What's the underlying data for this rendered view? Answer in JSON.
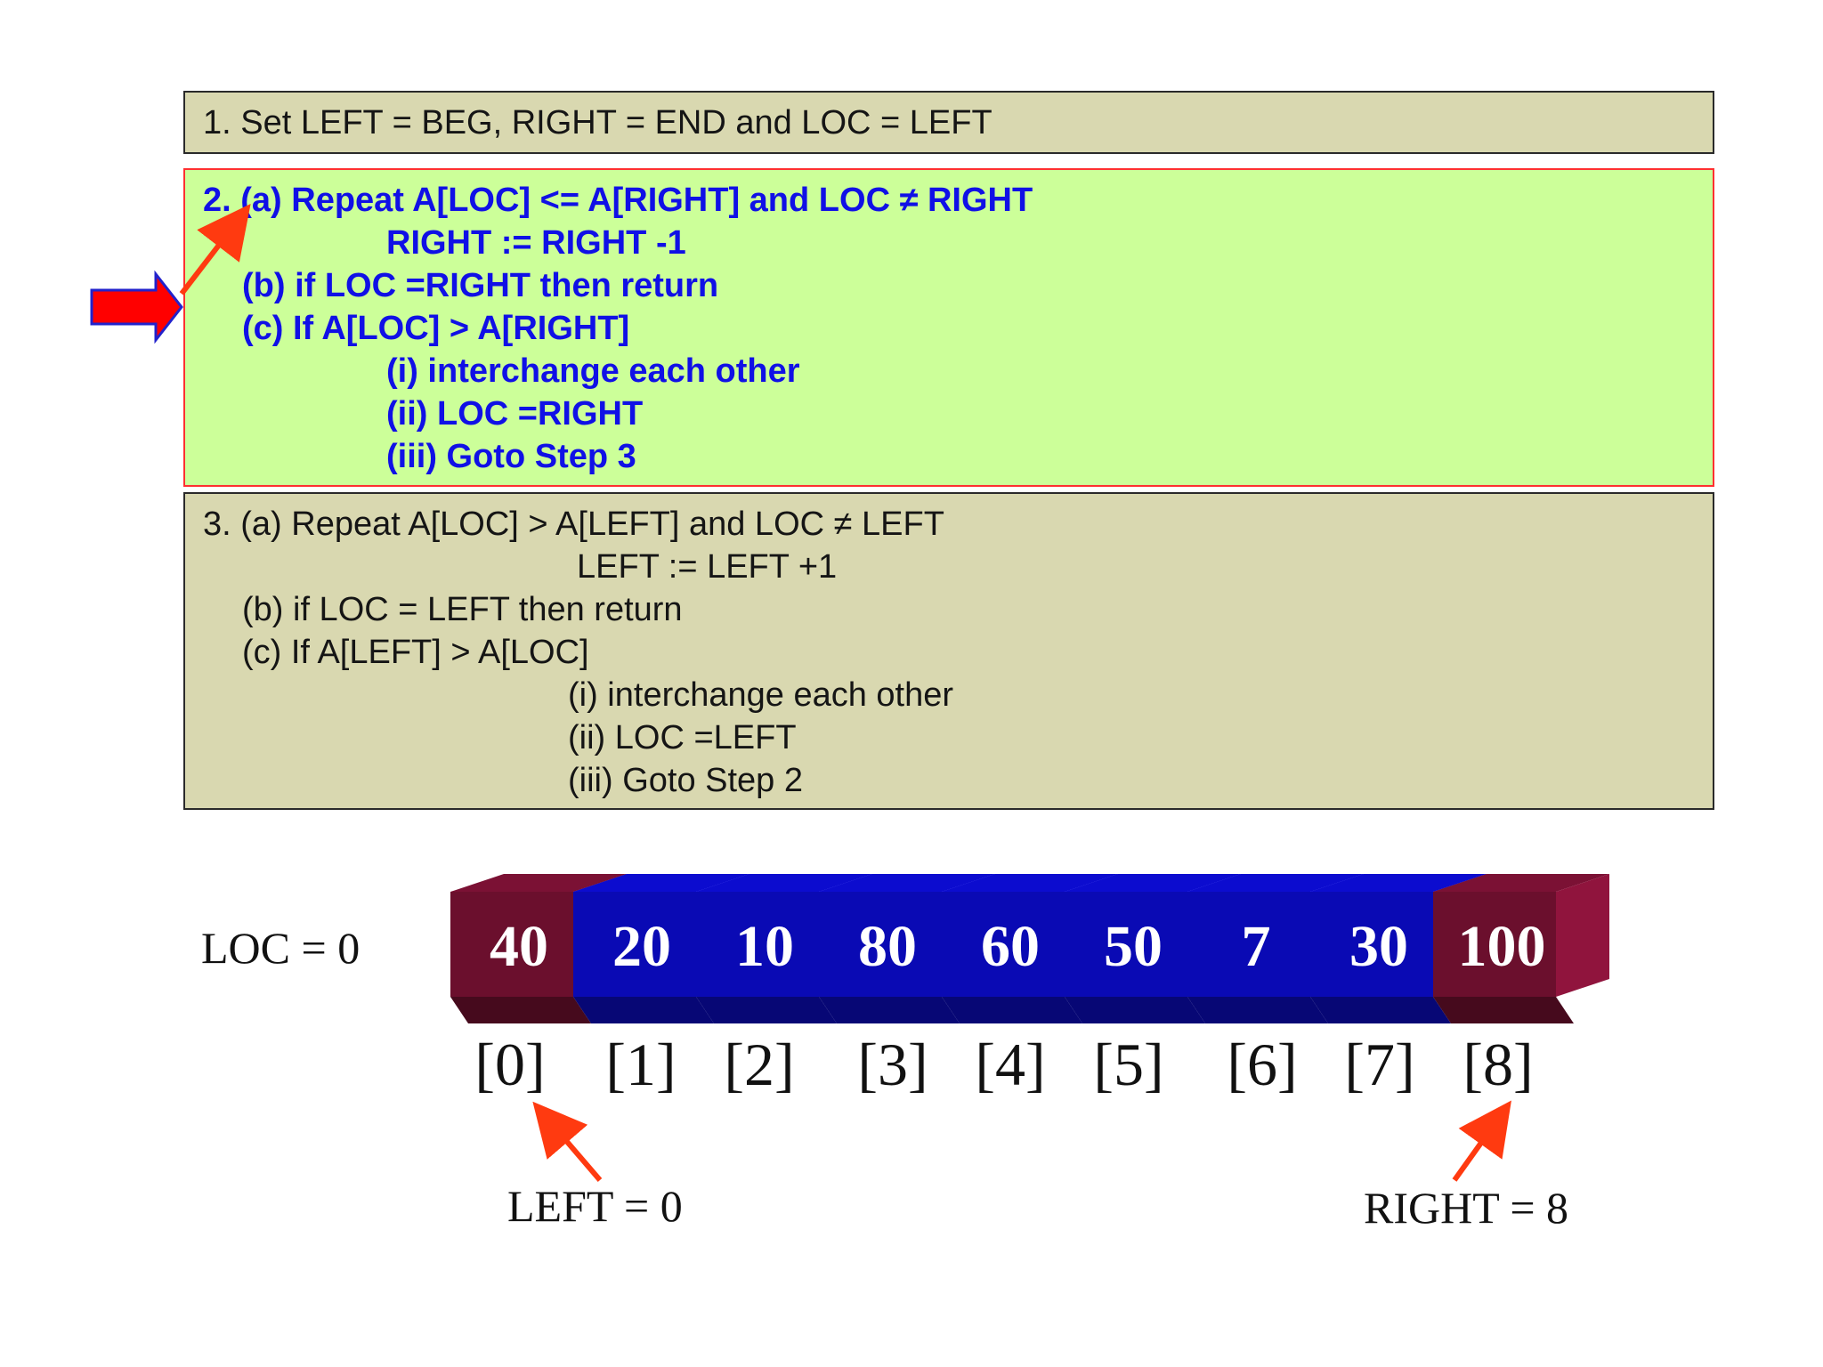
{
  "steps": {
    "step1": [
      "1. Set LEFT = BEG, RIGHT = END and LOC = LEFT"
    ],
    "step2": [
      "2. (a) Repeat A[LOC] <= A[RIGHT] and LOC ≠ RIGHT",
      "RIGHT := RIGHT -1",
      "(b) if LOC =RIGHT then return",
      "(c) If A[LOC] > A[RIGHT]",
      "(i) interchange each other",
      "(ii) LOC =RIGHT",
      "(iii) Goto Step 3"
    ],
    "step3": [
      "3. (a) Repeat A[LOC] > A[LEFT] and LOC ≠ LEFT",
      "LEFT := LEFT +1",
      "(b) if LOC = LEFT then return",
      "(c) If A[LEFT] > A[LOC]",
      "(i) interchange each other",
      "(ii) LOC =LEFT",
      "(iii) Goto Step 2"
    ]
  },
  "array": {
    "values": [
      "40",
      "20",
      "10",
      "80",
      "60",
      "50",
      "7",
      "30",
      "100"
    ],
    "indices": [
      "[0]",
      "[1]",
      "[2]",
      "[3]",
      "[4]",
      "[5]",
      "[6]",
      "[7]",
      "[8]"
    ],
    "highlighted": [
      0,
      8
    ]
  },
  "pointers": {
    "loc": "LOC = 0",
    "left": "LEFT = 0",
    "right": "RIGHT = 8"
  },
  "colors": {
    "step_box": "#d9d8b0",
    "active_step_box": "#ccff99",
    "active_step_border": "#ff3030",
    "active_step_text": "#1010e6",
    "cell_normal": "#0a0ab4",
    "cell_highlight": "#6b0f2d",
    "pointer_arrow": "#ff3a10",
    "step_marker_arrow": "#ff0000"
  },
  "active_step": 2
}
